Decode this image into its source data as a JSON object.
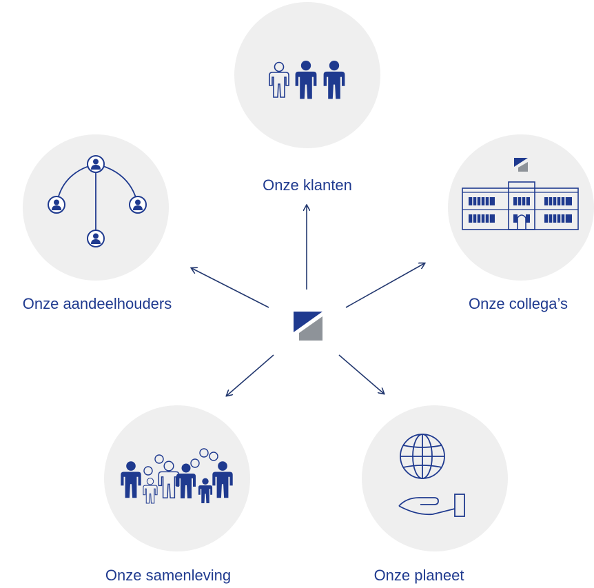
{
  "colors": {
    "circle_fill": "#efefef",
    "navy": "#1f3a8f",
    "gray": "#8e9399",
    "arrow": "#23386f"
  },
  "nodes": {
    "klanten": {
      "label": "Onze klanten",
      "icon": "people-group-icon"
    },
    "aandeelhouders": {
      "label": "Onze aandeelhouders",
      "icon": "shareholder-network-icon"
    },
    "collegas": {
      "label": "Onze collega’s",
      "icon": "office-building-icon"
    },
    "samenleving": {
      "label": "Onze samenleving",
      "icon": "community-family-icon"
    },
    "planeet": {
      "label": "Onze planeet",
      "icon": "globe-in-hand-icon"
    }
  },
  "center": {
    "icon": "company-logo-icon"
  }
}
